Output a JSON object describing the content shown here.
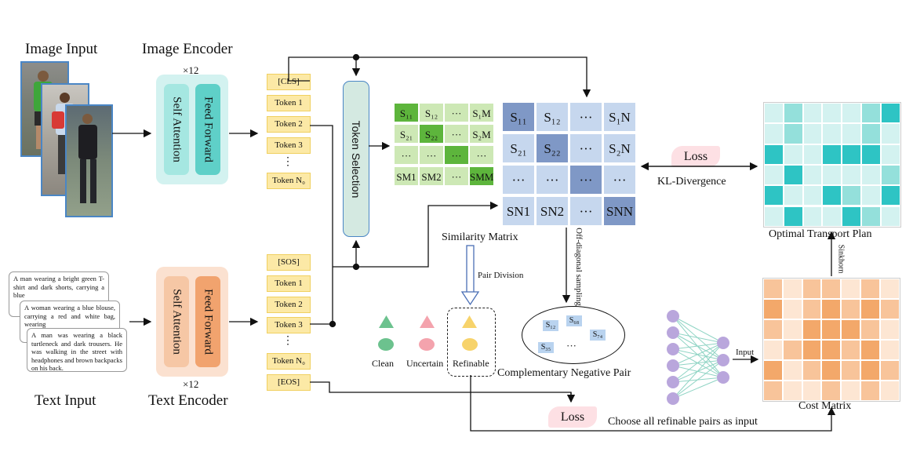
{
  "titles": {
    "image_input": "Image Input",
    "image_encoder": "Image Encoder",
    "text_input": "Text Input",
    "text_encoder": "Text Encoder",
    "x12_top": "×12",
    "x12_bottom": "×12"
  },
  "encoders": {
    "self_attention": "Self Attention",
    "feed_forward": "Feed Forward"
  },
  "image_tokens": [
    "[CLS]",
    "Token 1",
    "Token 2",
    "Token 3",
    "⋮",
    "Token N₀"
  ],
  "text_tokens": [
    "[SOS]",
    "Token 1",
    "Token 2",
    "Token 3",
    "⋮",
    "Token N₀",
    "[EOS]"
  ],
  "token_selection": "Token Selection",
  "text_samples": [
    "A man wearing a bright green T-shirt and dark shorts, carrying a blue",
    "A woman wearing a blue blouse, carrying a red and white bag, wearing",
    "A man was wearing a black turtleneck and dark trousers. He was walking in the street with headphones and brown backpacks on his back."
  ],
  "small_matrix": [
    [
      "S₁₁",
      "S₁₂",
      "···",
      "S₁M"
    ],
    [
      "S₂₁",
      "S₂₂",
      "···",
      "S₂M"
    ],
    [
      "···",
      "···",
      "···",
      "···"
    ],
    [
      "SM1",
      "SM2",
      "···",
      "SMM"
    ]
  ],
  "big_matrix": [
    [
      "S₁₁",
      "S₁₂",
      "···",
      "S₁N"
    ],
    [
      "S₂₁",
      "S₂₂",
      "···",
      "S₂N"
    ],
    [
      "···",
      "···",
      "···",
      "···"
    ],
    [
      "SN1",
      "SN2",
      "···",
      "SNN"
    ]
  ],
  "labels": {
    "similarity_matrix": "Similarity Matrix",
    "pair_division": "Pair Division",
    "off_diagonal": "Off-diagonal sampling",
    "complementary_negative_pair": "Complementary Negative Pair",
    "kl_divergence": "KL-Divergence",
    "loss": "Loss",
    "loss_bottom": "Loss",
    "optimal_transport_plan": "Optimal Transport Plan",
    "cost_matrix": "Cost Matrix",
    "sinkhorn": "Sinkhorn",
    "input": "Input",
    "choose_refinable": "Choose all refinable pairs as input"
  },
  "categories": {
    "clean": "Clean",
    "uncertain": "Uncertain",
    "refinable": "Refinable"
  },
  "negative_pairs": [
    "S₁₂",
    "S₆₈",
    "S₇₄",
    "S₃₅",
    "···"
  ],
  "colors": {
    "clean": "#6cc28e",
    "uncertain": "#f4a3ad",
    "refinable": "#f7d36b",
    "teal": "#2ec4c4",
    "orange": "#f3a86a",
    "blue_dark": "#7f98c6",
    "blue_light": "#c6d7ee",
    "green_dark": "#5db53c",
    "green_light": "#cde8b5"
  }
}
